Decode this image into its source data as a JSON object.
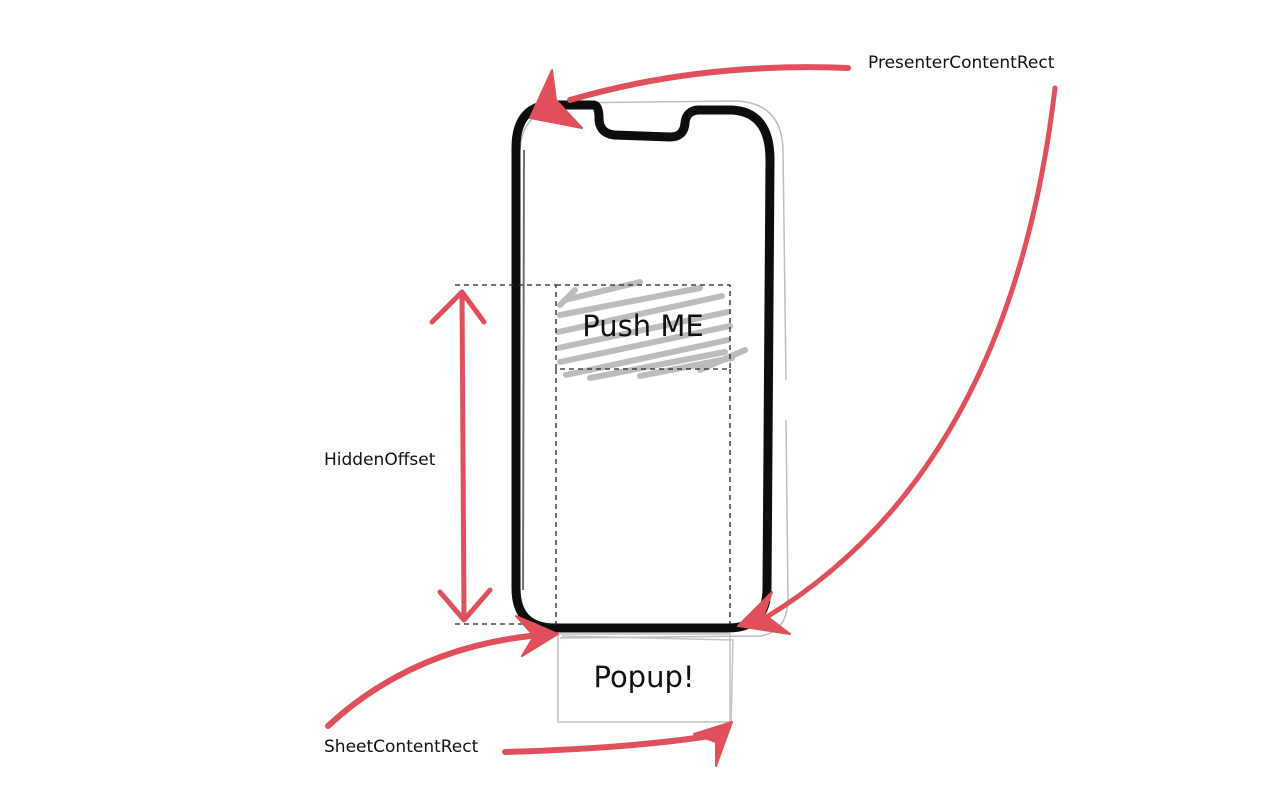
{
  "labels": {
    "presenter_content_rect": "PresenterContentRect",
    "hidden_offset": "HiddenOffset",
    "sheet_content_rect": "SheetContentRect",
    "push_button": "Push ME",
    "popup": "Popup!"
  },
  "colors": {
    "arrow": "#e0505a",
    "phone_frame": "#0d0d0d",
    "sketch_gray": "#c4c4c4",
    "dashed": "#222222",
    "text": "#111111"
  }
}
